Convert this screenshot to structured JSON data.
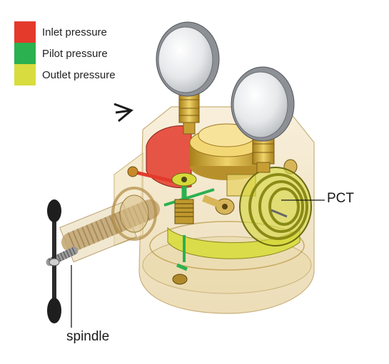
{
  "legend": {
    "items": [
      {
        "label": "Inlet pressure",
        "color": "#e33a2c"
      },
      {
        "label": "Pilot pressure",
        "color": "#2bb14f"
      },
      {
        "label": "Outlet pressure",
        "color": "#d9dc3e"
      }
    ]
  },
  "labels": {
    "pct": "PCT",
    "spindle": "spindle"
  },
  "colors": {
    "housing": "#efe0b4",
    "brass": "#d3a92d",
    "gauge_face": "#e9ecef",
    "handle": "#2b2b2b"
  }
}
